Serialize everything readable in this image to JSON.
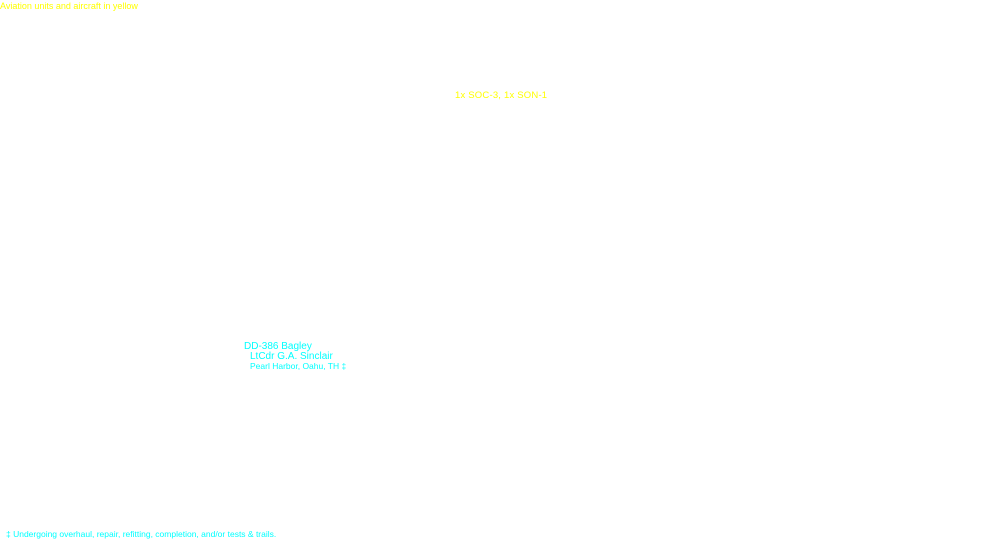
{
  "header": {
    "legend_note": "Aviation units and aircraft in yellow"
  },
  "aircraft_group": {
    "label": "1x SOC-3, 1x SON-1"
  },
  "ship": {
    "name": "DD-386  Bagley",
    "commander": "LtCdr  G.A. Sinclair",
    "location": "Pearl Harbor, Oahu, TH ‡"
  },
  "footer": {
    "footnote": "‡ Undergoing overhaul, repair, refitting, completion, and/or tests & trails."
  },
  "colors": {
    "aviation": "#ffff00",
    "ship": "#00ffff",
    "background": "#ffffff"
  }
}
